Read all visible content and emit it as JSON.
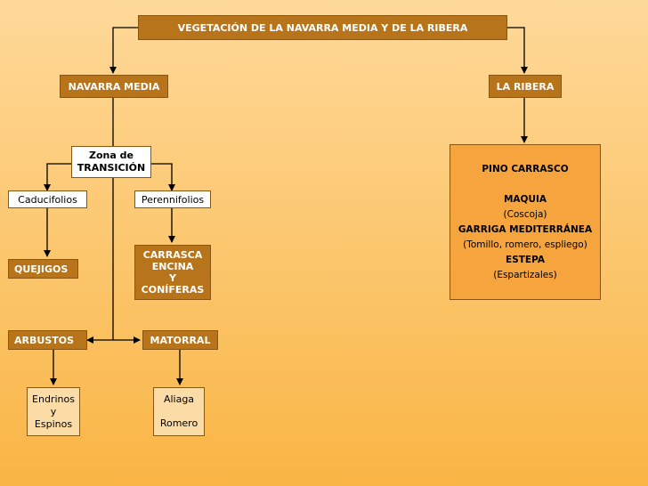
{
  "title": "VEGETACIÓN DE LA NAVARRA MEDIA Y DE LA RIBERA",
  "navarra_media": "NAVARRA  MEDIA",
  "ribera": "LA  RIBERA",
  "transicion": {
    "line1": "Zona de",
    "line2": "TRANSICIÓN"
  },
  "caducifolios": "Caducifolios",
  "perennifolios": "Perennifolios",
  "quejigos": "QUEJIGOS",
  "carrasca": {
    "l1": "CARRASCA",
    "l2": "ENCINA",
    "l3": "Y",
    "l4": "CONÍFERAS"
  },
  "arbustos": "ARBUSTOS",
  "matorral": "MATORRAL",
  "endrinos": {
    "l1": "Endrinos",
    "l2": "y",
    "l3": "Espinos"
  },
  "aliaga": {
    "l1": "Aliaga",
    "l2": "Romero"
  },
  "ribera_box": {
    "l1": "PINO CARRASCO",
    "l2": "MAQUIA",
    "l3": "(Coscoja)",
    "l4": "GARRIGA  MEDITERRÁNEA",
    "l5": "(Tomillo, romero, espliego)",
    "l6": "ESTEPA",
    "l7": "(Espartizales)"
  },
  "colors": {
    "dark": "#b8741a",
    "mid": "#f5a43e",
    "light": "#fbdca7",
    "line": "#000000"
  }
}
